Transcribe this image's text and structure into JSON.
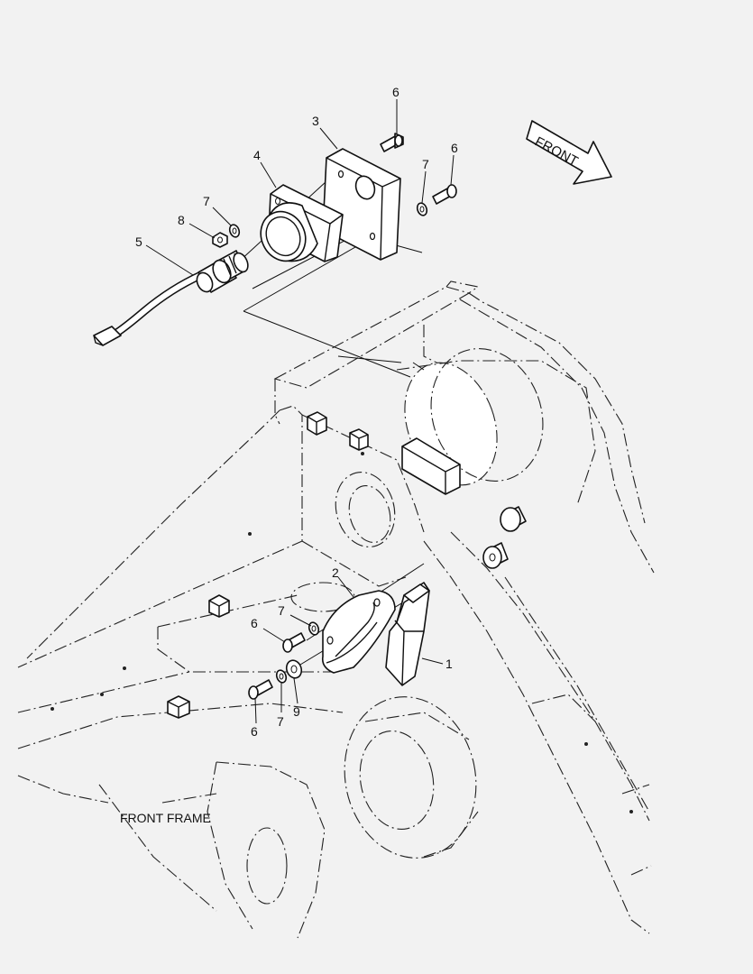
{
  "callouts": {
    "c1": "1",
    "c2": "2",
    "c3": "3",
    "c4": "4",
    "c5": "5",
    "c6_top": "6",
    "c6_right": "6",
    "c6_mid": "6",
    "c6_bottom": "6",
    "c7_top": "7",
    "c7_left": "7",
    "c7_mid": "7",
    "c7_bottom": "7",
    "c8": "8",
    "c9": "9"
  },
  "front_arrow_label": "FRONT",
  "frame_caption": "FRONT FRAME"
}
